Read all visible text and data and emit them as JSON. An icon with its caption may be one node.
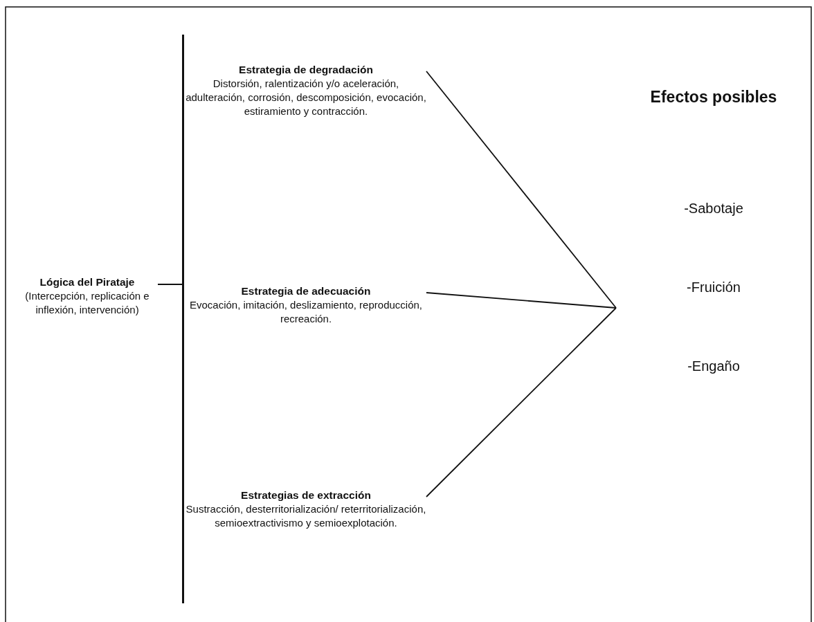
{
  "diagram": {
    "nodes": [
      {
        "text": [
          "Lógica del Pirataje",
          "(Intercepción, replicación e inflexión, intervención)"
        ]
      },
      {
        "text": [],
        "shape": "bar"
      },
      {
        "text": [
          "Estrategia de degradación",
          "Distorsión, ralentización y/o aceleración, adulteración, corrosión, descomposición, evocación, estiramiento y contracción."
        ]
      },
      {
        "text": [
          "Estrategia de adecuación",
          "Evocación, imitación, deslizamiento, reproducción, recreación."
        ]
      },
      {
        "text": [
          "Estrategias de extracción",
          "Sustracción, desterritorialización/ reterritorialización, semioextractivismo y semioexplotación."
        ]
      },
      {
        "text": [
          "Efectos posibles",
          "-Sabotaje",
          "-Fruición",
          "-Engaño"
        ]
      }
    ],
    "edges": [
      {
        "from": 0,
        "to": 1,
        "arrow": "none"
      },
      {
        "from": 2,
        "to": 5,
        "arrow": "none"
      },
      {
        "from": 3,
        "to": 5,
        "arrow": "none"
      },
      {
        "from": 4,
        "to": 5,
        "arrow": "none"
      }
    ]
  }
}
